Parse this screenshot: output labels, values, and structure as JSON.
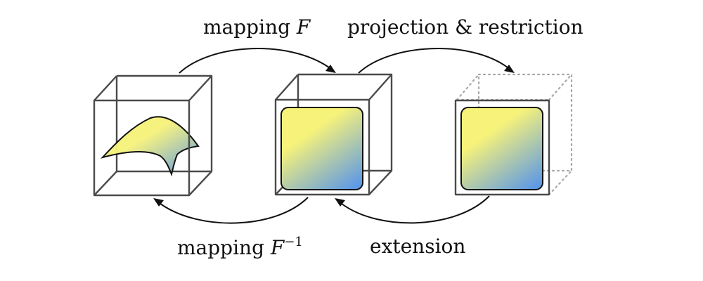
{
  "colors": {
    "gradient_top": "#f6f27a",
    "gradient_bottom": "#5f9ae4",
    "box_edge": "#4a4a4a",
    "ghost_edge": "#a8a8a8",
    "arrow": "#111111"
  },
  "labels": {
    "mapping_forward": "mapping ",
    "mapping_forward_symbol": "F",
    "projection_restriction": "projection & restriction",
    "mapping_inverse": "mapping ",
    "mapping_inverse_symbol": "F",
    "mapping_inverse_exponent": "−1",
    "extension": "extension"
  }
}
